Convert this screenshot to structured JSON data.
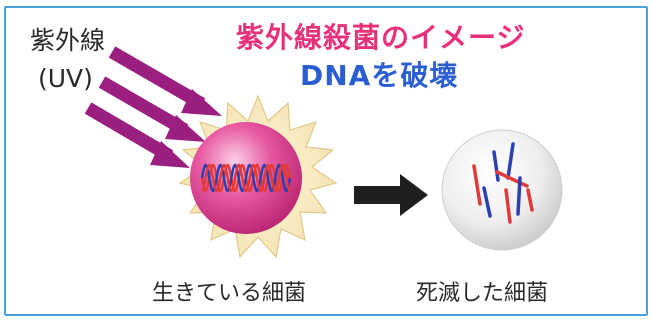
{
  "uv_label": "紫外線",
  "uv_sub": "(UV)",
  "title": "紫外線殺菌のイメージ",
  "subtitle": "DNAを破壊",
  "caption_live": "生きている細菌",
  "caption_dead": "死滅した細菌",
  "colors": {
    "frame": "#4aa3d8",
    "title": "#e8317a",
    "subtitle": "#2b5fd1",
    "uv_arrow": "#9b1f7e",
    "burst": "#f7eccd",
    "live_cell": "#d9338a",
    "dna_red": "#e23a3a",
    "dna_blue": "#2b3fb5"
  }
}
